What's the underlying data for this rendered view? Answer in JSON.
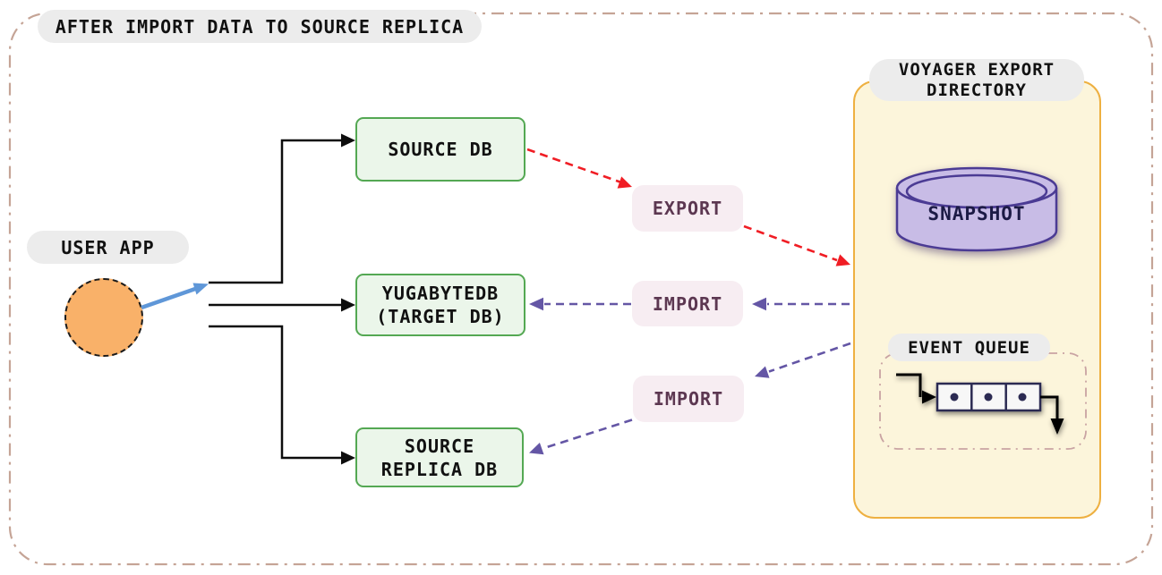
{
  "title": "AFTER IMPORT DATA TO SOURCE REPLICA",
  "nodes": {
    "user_app": {
      "label": "USER APP"
    },
    "source_db": {
      "label": "SOURCE DB"
    },
    "target_db": {
      "line1": "YUGABYTEDB",
      "line2": "(TARGET DB)"
    },
    "source_replica_db": {
      "line1": "SOURCE",
      "line2": "REPLICA DB"
    },
    "export_step": {
      "label": "EXPORT"
    },
    "import_target_step": {
      "label": "IMPORT"
    },
    "import_replica_step": {
      "label": "IMPORT"
    },
    "voyager_export_directory": {
      "line1": "VOYAGER EXPORT",
      "line2": "DIRECTORY"
    },
    "snapshot": {
      "label": "SNAPSHOT"
    },
    "event_queue": {
      "label": "EVENT QUEUE"
    }
  },
  "icons": {
    "user_app": "dashed-orange-circle-icon",
    "snapshot": "database-cylinder-icon",
    "event_queue": "queue-cells-icon"
  },
  "colors": {
    "outer_border": "#c5a496",
    "pill_bg": "#ececec",
    "pill_text": "#111111",
    "green_fill": "#ebf6ea",
    "green_border": "#54a853",
    "pink_fill": "#f7edf2",
    "pink_text": "#5c3751",
    "yellow_fill": "#fcf5db",
    "yellow_border": "#eeb041",
    "circle_fill": "#f9b169",
    "cylinder_fill": "#c8bce6",
    "cylinder_border": "#4b3b94",
    "cylinder_text": "#1c1a45",
    "red_arrow": "#f01d24",
    "purple_arrow": "#6456a5",
    "blue_arrow": "#5f97d8",
    "black_line": "#0d0d0d",
    "queue_border": "#2b2a52",
    "queue_fill": "#f7f7f7",
    "queue_dash_border": "#c9a3a3"
  }
}
